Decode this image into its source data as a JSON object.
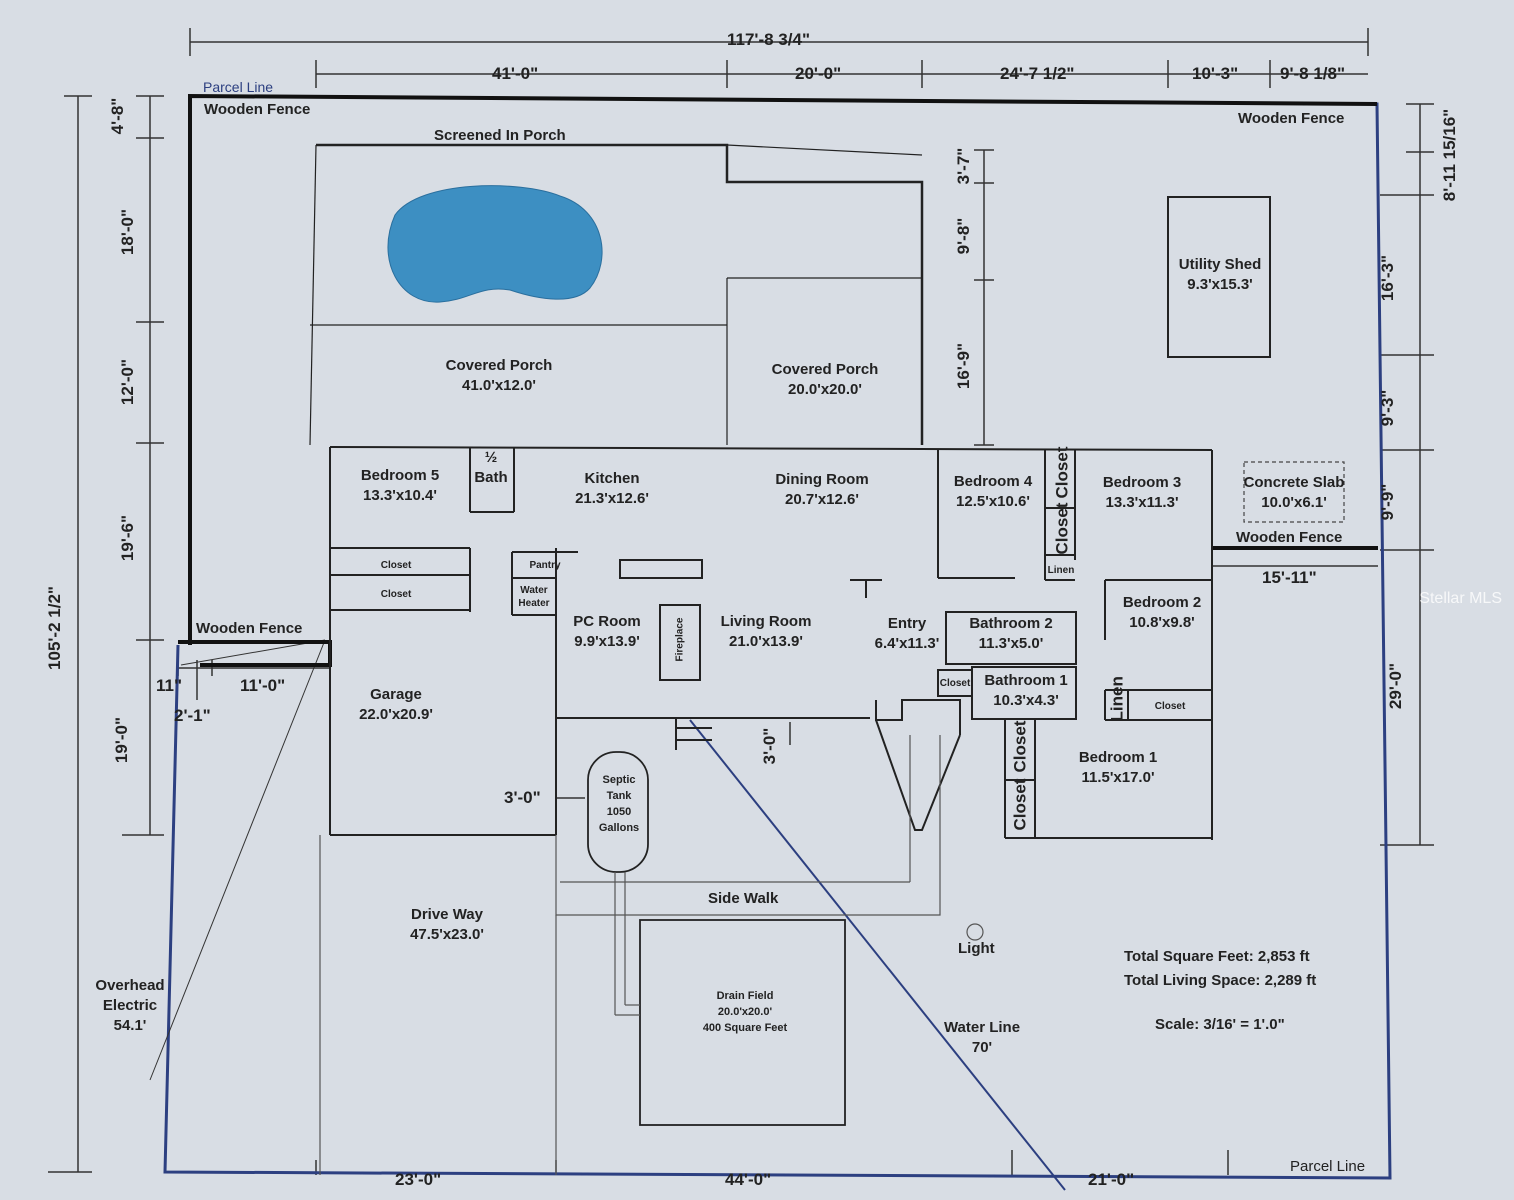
{
  "overall": {
    "width_top": "117'-8 3/4\"",
    "height_left": "105'-2 1/2\""
  },
  "top_dims": [
    "41'-0\"",
    "20'-0\"",
    "24'-7 1/2\"",
    "10'-3\"",
    "9'-8 1/8\""
  ],
  "bottom_dims": [
    "23'-0\"",
    "44'-0\"",
    "21'-0\""
  ],
  "left_dims": [
    "4'-8\"",
    "18'-0\"",
    "12'-0\"",
    "19'-6\"",
    "19'-0\""
  ],
  "right_dims": [
    "8'-11 15/16\"",
    "16'-3\"",
    "9'-3\"",
    "9'-9\"",
    "29'-0\""
  ],
  "inner_dims": {
    "porch_gap_top": "3'-7\"",
    "porch_gap_mid": "9'-8\"",
    "porch_gap_low": "16'-9\"",
    "fence_right": "15'-11\"",
    "front_walk": "3'-0\"",
    "septic_offset": "3'-0\"",
    "fence_11in": "11\"",
    "fence_11ft": "11'-0\"",
    "fence_2ft": "2'-1\""
  },
  "labels": {
    "parcel_line_top": "Parcel Line",
    "parcel_line_bottom": "Parcel Line",
    "fence_top_left": "Wooden Fence",
    "fence_top_right": "Wooden Fence",
    "fence_left": "Wooden Fence",
    "fence_right": "Wooden Fence",
    "screened_porch": "Screened In Porch",
    "side_walk": "Side Walk",
    "light": "Light",
    "water_line": "Water Line",
    "water_line_len": "70'",
    "overhead_1": "Overhead",
    "overhead_2": "Electric",
    "overhead_3": "54.1'",
    "fireplace": "Fireplace",
    "watermark": "Stellar MLS"
  },
  "rooms": {
    "covered_porch_1": {
      "name": "Covered Porch",
      "size": "41.0'x12.0'"
    },
    "covered_porch_2": {
      "name": "Covered Porch",
      "size": "20.0'x20.0'"
    },
    "utility_shed": {
      "name": "Utility Shed",
      "size": "9.3'x15.3'"
    },
    "bedroom5": {
      "name": "Bedroom 5",
      "size": "13.3'x10.4'"
    },
    "half_bath_1": "½",
    "half_bath_2": "Bath",
    "kitchen": {
      "name": "Kitchen",
      "size": "21.3'x12.6'"
    },
    "dining": {
      "name": "Dining Room",
      "size": "20.7'x12.6'"
    },
    "bedroom4": {
      "name": "Bedroom 4",
      "size": "12.5'x10.6'"
    },
    "bedroom3": {
      "name": "Bedroom 3",
      "size": "13.3'x11.3'"
    },
    "concrete": {
      "name": "Concrete Slab",
      "size": "10.0'x6.1'"
    },
    "closet_a": "Closet",
    "closet_b": "Closet",
    "pantry": "Pantry",
    "water_heater_1": "Water",
    "water_heater_2": "Heater",
    "pc_room": {
      "name": "PC Room",
      "size": "9.9'x13.9'"
    },
    "living": {
      "name": "Living Room",
      "size": "21.0'x13.9'"
    },
    "entry": {
      "name": "Entry",
      "size": "6.4'x11.3'"
    },
    "bathroom2": {
      "name": "Bathroom 2",
      "size": "11.3'x5.0'"
    },
    "bathroom1": {
      "name": "Bathroom 1",
      "size": "10.3'x4.3'"
    },
    "bedroom2": {
      "name": "Bedroom 2",
      "size": "10.8'x9.8'"
    },
    "garage": {
      "name": "Garage",
      "size": "22.0'x20.9'"
    },
    "bedroom1": {
      "name": "Bedroom 1",
      "size": "11.5'x17.0'"
    },
    "closet_bed4": "Closet",
    "closet_bed3": "Closet",
    "linen_1": "Linen",
    "closet_bath1": "Closet",
    "linen_2": "Linen",
    "closet_bed2": "Closet",
    "closet_bed1a": "Closet",
    "closet_bed1b": "Closet",
    "septic": {
      "l1": "Septic",
      "l2": "Tank",
      "l3": "1050",
      "l4": "Gallons"
    },
    "driveway": {
      "name": "Drive Way",
      "size": "47.5'x23.0'"
    },
    "drainfield": {
      "l1": "Drain Field",
      "l2": "20.0'x20.0'",
      "l3": "400 Square Feet"
    }
  },
  "totals": {
    "total_sqft": "Total Square Feet: 2,853 ft",
    "total_living": "Total Living Space: 2,289 ft",
    "scale": "Scale: 3/16' = 1'.0\""
  },
  "colors": {
    "background": "#d8dde4",
    "wall": "#222222",
    "parcel_blue": "#2c3f80",
    "pool": "#3d8fc2"
  }
}
